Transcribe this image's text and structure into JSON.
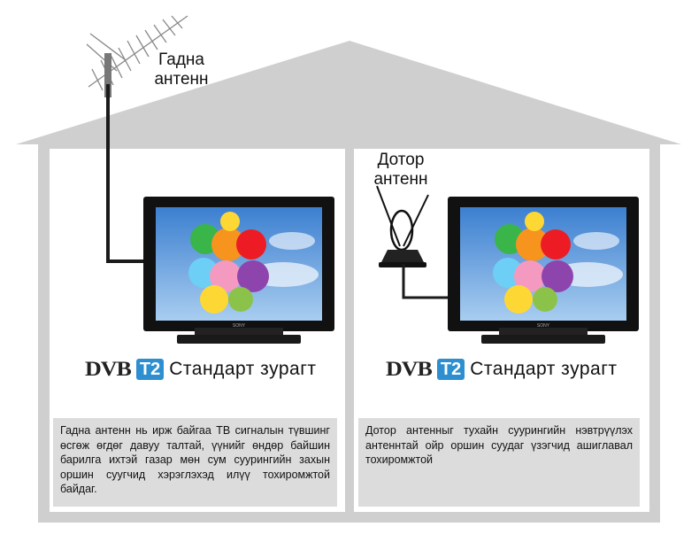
{
  "outdoor": {
    "antenna_label_line1": "Гадна",
    "antenna_label_line2": "антенн",
    "standard": {
      "dvb": "DVB",
      "t2": "T2",
      "text": "Стандарт зурагт"
    },
    "description": "Гадна антенн нь ирж байгаа ТВ сигналын түвшинг өсгөж өгдөг давуу талтай, үүнийг өндөр байшин барилга ихтэй газар мөн сум суурингийн захын оршин суугчид хэрэглэхэд илүү тохиромжтой байдаг."
  },
  "indoor": {
    "antenna_label_line1": "Дотор",
    "antenna_label_line2": "антенн",
    "standard": {
      "dvb": "DVB",
      "t2": "T2",
      "text": "Стандарт зурагт"
    },
    "description": "Дотор антенныг тухайн суурингийн нэвтрүүлэх антеннтай ойр оршин суудаг үзэгчид ашиглавал тохиромжтой"
  },
  "tv_brand": "SONY",
  "colors": {
    "house": "#cfcfcf",
    "description_bg": "#dcdcdc",
    "t2_badge": "#2e8fd0",
    "cable": "#1a1a1a",
    "sky": "#4a90d9"
  }
}
